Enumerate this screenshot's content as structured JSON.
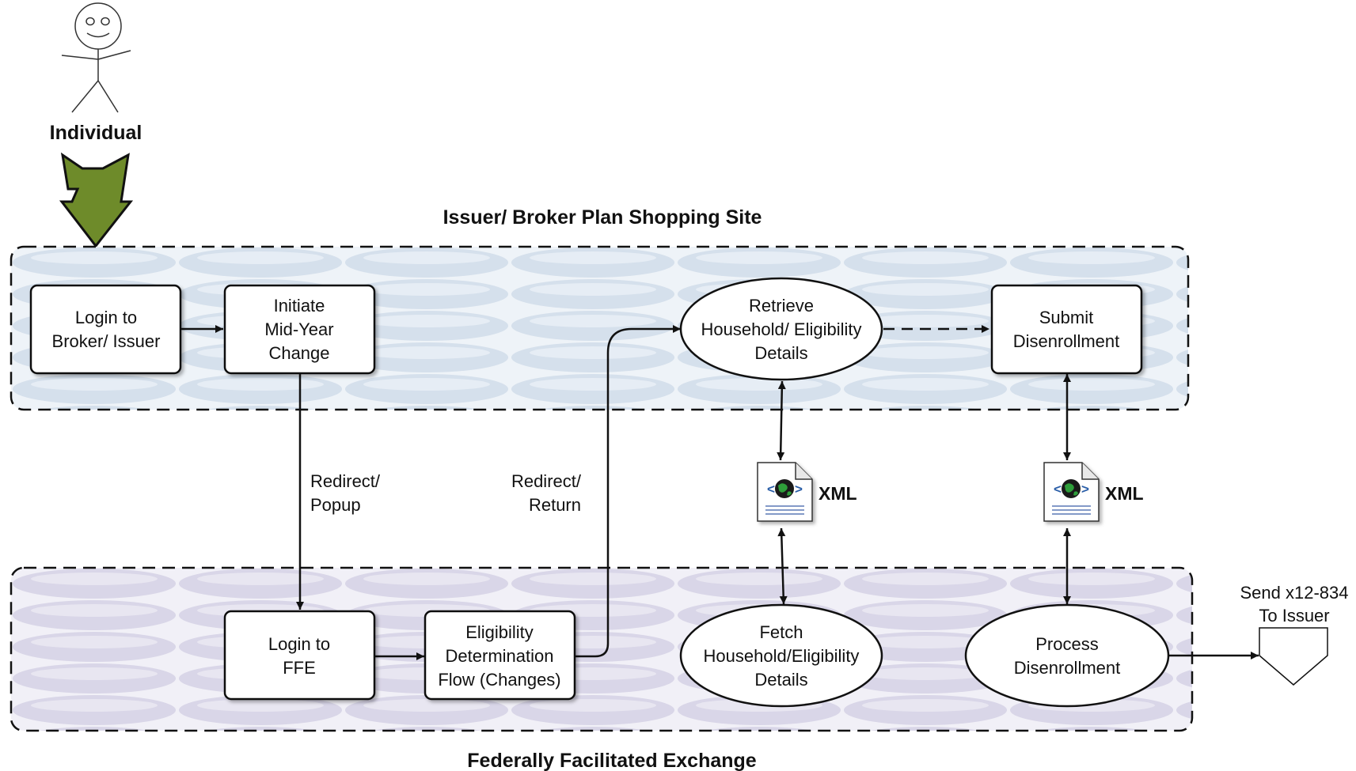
{
  "actor": {
    "label": "Individual"
  },
  "swimlanes": {
    "top": {
      "title": "Issuer/ Broker Plan Shopping Site"
    },
    "bottom": {
      "title": "Federally Facilitated Exchange"
    }
  },
  "nodes": {
    "login_broker": [
      "Login to",
      "Broker/ Issuer"
    ],
    "initiate_change": [
      "Initiate",
      "Mid-Year",
      "Change"
    ],
    "retrieve_details": [
      "Retrieve",
      "Household/ Eligibility",
      "Details"
    ],
    "submit_disenrollment": [
      "Submit",
      "Disenrollment"
    ],
    "login_ffe": [
      "Login to",
      "FFE"
    ],
    "eligibility_flow": [
      "Eligibility",
      "Determination",
      "Flow (Changes)"
    ],
    "fetch_details": [
      "Fetch",
      "Household/Eligibility",
      "Details"
    ],
    "process_disenrollment": [
      "Process",
      "Disenrollment"
    ]
  },
  "edge_labels": {
    "redirect_popup": [
      "Redirect/",
      "Popup"
    ],
    "redirect_return": [
      "Redirect/",
      "Return"
    ]
  },
  "documents": [
    {
      "label": "XML",
      "icon": "xml-document-icon"
    },
    {
      "label": "XML",
      "icon": "xml-document-icon"
    }
  ],
  "offpage": {
    "label": [
      "Send x12-834",
      "To Issuer"
    ]
  },
  "colors": {
    "arrow_green": "#6e8b2a",
    "top_lane_fill": "#d8e3ef",
    "bottom_lane_fill": "#dcdaea"
  }
}
